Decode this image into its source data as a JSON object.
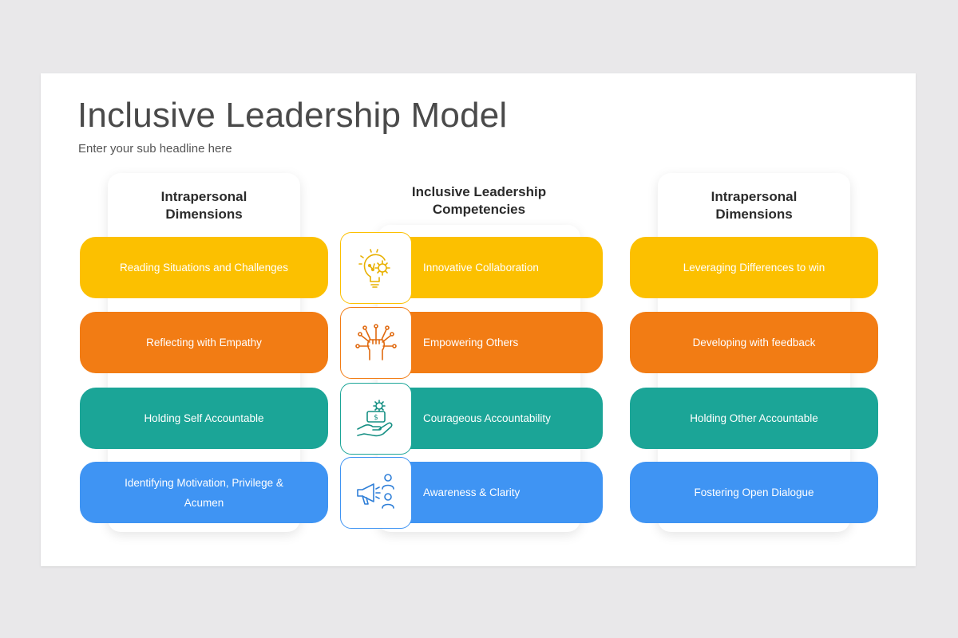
{
  "title": "Inclusive Leadership Model",
  "subtitle": "Enter your sub headline here",
  "columns": {
    "left": {
      "heading": "Intrapersonal\nDimensions",
      "items": [
        "Reading Situations and Challenges",
        "Reflecting with Empathy",
        "Holding Self Accountable",
        "Identifying Motivation, Privilege & Acumen"
      ]
    },
    "center": {
      "heading": "Inclusive Leadership\nCompetencies",
      "items": [
        {
          "label": "Innovative Collaboration",
          "icon": "lightbulb-gear-icon"
        },
        {
          "label": "Empowering Others",
          "icon": "raised-fist-network-icon"
        },
        {
          "label": "Courageous Accountability",
          "icon": "hand-holding-money-gear-icon"
        },
        {
          "label": "Awareness & Clarity",
          "icon": "megaphone-people-icon"
        }
      ]
    },
    "right": {
      "heading": "Intrapersonal\nDimensions",
      "items": [
        "Leveraging Differences to win",
        "Developing with feedback",
        "Holding Other Accountable",
        "Fostering Open Dialogue"
      ]
    }
  },
  "colors": {
    "yellow": "#fcc000",
    "orange": "#f27c14",
    "teal": "#1ba597",
    "blue": "#3f94f3"
  }
}
